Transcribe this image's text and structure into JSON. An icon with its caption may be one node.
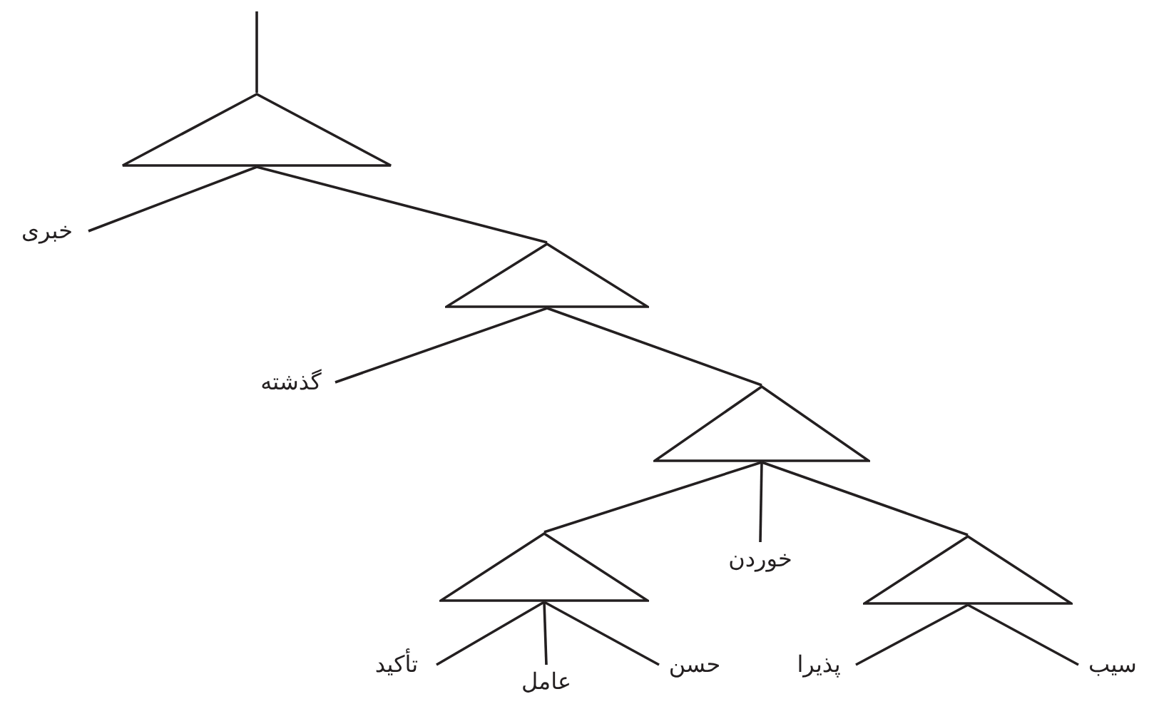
{
  "diagram": {
    "nodes": [
      {
        "text": [],
        "shape": "triangle"
      },
      {
        "text": [
          "خبری"
        ]
      },
      {
        "text": [],
        "shape": "triangle"
      },
      {
        "text": [
          "گذشته"
        ]
      },
      {
        "text": [],
        "shape": "triangle"
      },
      {
        "text": [],
        "shape": "triangle"
      },
      {
        "text": [
          "خوردن"
        ]
      },
      {
        "text": [],
        "shape": "triangle"
      },
      {
        "text": [
          "تأکید"
        ]
      },
      {
        "text": [
          "حسن"
        ]
      },
      {
        "text": [
          "پذیرا"
        ]
      },
      {
        "text": [
          "سیب"
        ]
      },
      {
        "text": [
          "عامل"
        ]
      }
    ],
    "edges": [
      {
        "from": null,
        "to": 0,
        "arrow": "none"
      },
      {
        "from": 0,
        "to": 1,
        "arrow": "none"
      },
      {
        "from": 0,
        "to": 2,
        "arrow": "none"
      },
      {
        "from": 2,
        "to": 3,
        "arrow": "none"
      },
      {
        "from": 2,
        "to": 4,
        "arrow": "none"
      },
      {
        "from": 4,
        "to": 5,
        "arrow": "none"
      },
      {
        "from": 4,
        "to": 6,
        "arrow": "none"
      },
      {
        "from": 4,
        "to": 7,
        "arrow": "none"
      },
      {
        "from": 5,
        "to": 8,
        "arrow": "none"
      },
      {
        "from": 5,
        "to": 12,
        "arrow": "none"
      },
      {
        "from": 5,
        "to": 9,
        "arrow": "none"
      },
      {
        "from": 7,
        "to": 10,
        "arrow": "none"
      },
      {
        "from": 7,
        "to": 11,
        "arrow": "none"
      }
    ]
  }
}
